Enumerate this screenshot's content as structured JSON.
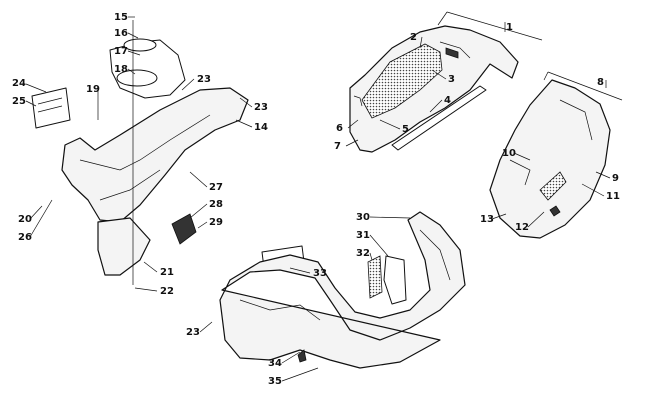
{
  "callouts": [
    "1",
    "2",
    "3",
    "4",
    "5",
    "6",
    "7",
    "8",
    "9",
    "10",
    "11",
    "12",
    "13",
    "14",
    "15",
    "16",
    "17",
    "18",
    "19",
    "20",
    "21",
    "22",
    "23",
    "23",
    "23",
    "24",
    "25",
    "26",
    "27",
    "28",
    "29",
    "30",
    "31",
    "32",
    "33",
    "34",
    "35"
  ]
}
